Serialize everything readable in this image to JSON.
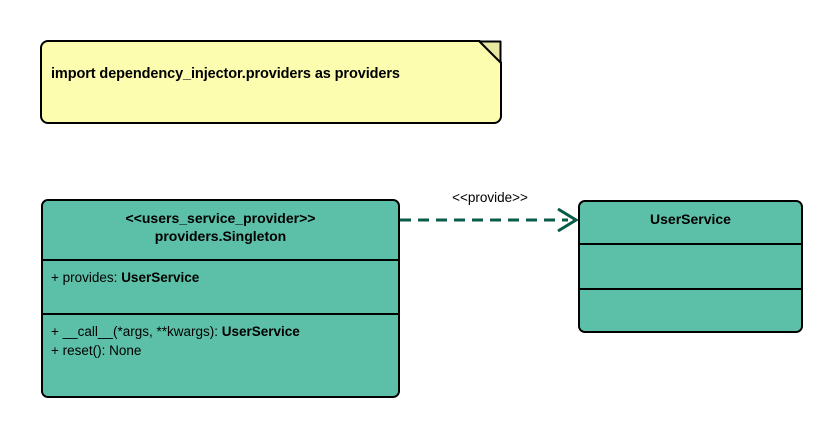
{
  "diagram": {
    "type": "uml-class-diagram",
    "background_color": "#ffffff",
    "class_fill_color": "#5cbfa8",
    "note_fill_color": "#fdfdb0",
    "edge_color": "#0a5c4a",
    "border_color": "#000000"
  },
  "note": {
    "text": "import dependency_injector.providers as providers"
  },
  "provider_class": {
    "stereotype": "<<users_service_provider>>",
    "name": "providers.Singleton",
    "attributes": [
      {
        "visibility": "+",
        "label": "provides: ",
        "type": "UserService"
      }
    ],
    "operations": [
      {
        "visibility": "+",
        "label": "__call__(*args, **kwargs): ",
        "type": "UserService"
      },
      {
        "visibility": "+",
        "label": "reset(): None",
        "type": ""
      }
    ]
  },
  "service_class": {
    "name": "UserService",
    "attributes": [],
    "operations": []
  },
  "edge": {
    "stereotype": "<<provide>>",
    "style": "dashed",
    "arrowhead": "open",
    "source": "providers.Singleton",
    "target": "UserService"
  }
}
